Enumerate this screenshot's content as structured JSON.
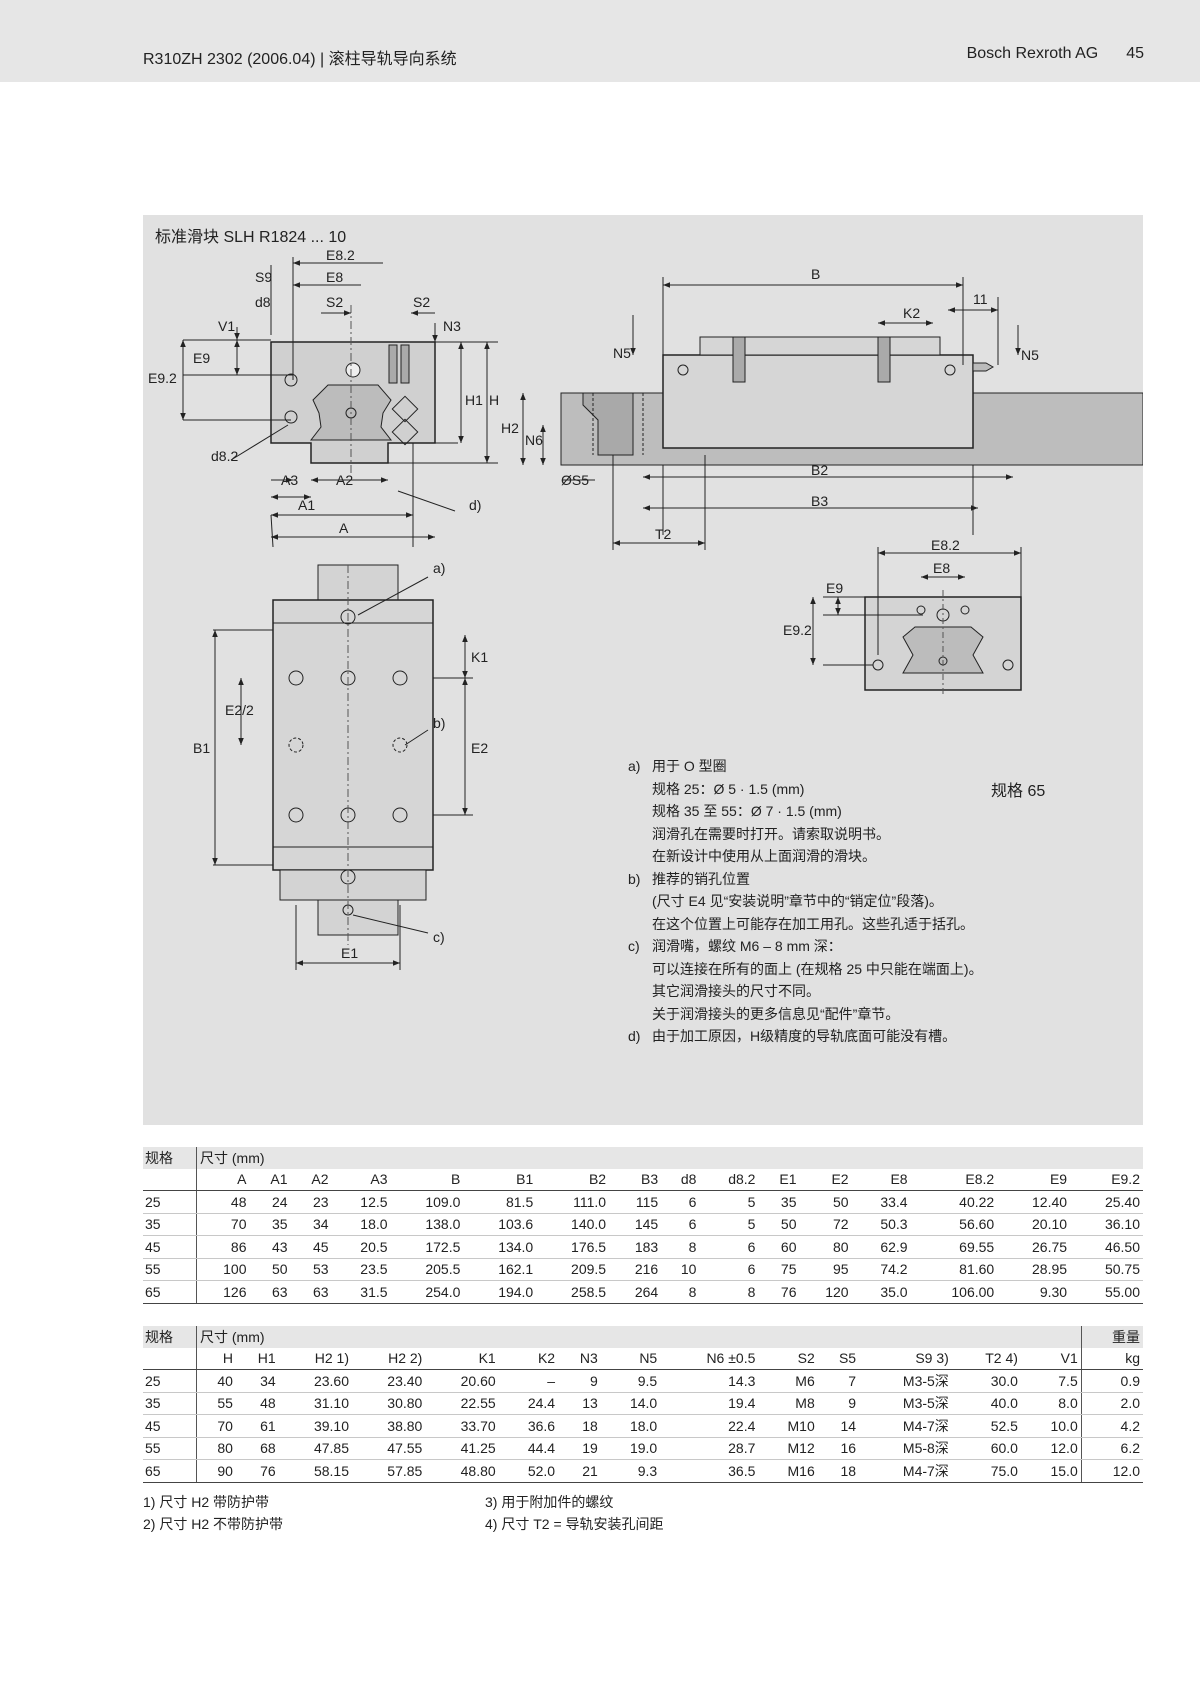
{
  "header": {
    "doc_ref": "R310ZH 2302 (2006.04)",
    "doc_title": "滚柱导轨导向系统",
    "company": "Bosch Rexroth AG",
    "page_number": "45"
  },
  "figure": {
    "title": "标准滑块 SLH R1824 ... 10",
    "size65_label": "规格 65",
    "callouts": [
      "a)",
      "b)",
      "c)",
      "d)"
    ],
    "dim_labels": {
      "E82": "E8.2",
      "E8": "E8",
      "S9": "S9",
      "d8": "d8",
      "S2": "S2",
      "V1": "V1",
      "N3": "N3",
      "E9": "E9",
      "E92": "E9.2",
      "H1": "H1",
      "H": "H",
      "d82": "d8.2",
      "A3": "A3",
      "A2": "A2",
      "A1": "A1",
      "A": "A",
      "B": "B",
      "K2": "K2",
      "eleven": "11",
      "N5": "N5",
      "H2": "H2",
      "N6": "N6",
      "S5": "ØS5",
      "B2": "B2",
      "B3": "B3",
      "T2": "T2",
      "K1": "K1",
      "E2": "E2",
      "E2half": "E2/2",
      "B1": "B1",
      "E1": "E1"
    }
  },
  "notes": [
    {
      "key": "a)",
      "lines": [
        "用于 O 型圈",
        "规格 25：Ø 5 · 1.5 (mm)",
        "规格 35 至 55：Ø 7 · 1.5 (mm)",
        "润滑孔在需要时打开。请索取说明书。",
        "在新设计中使用从上面润滑的滑块。"
      ]
    },
    {
      "key": "b)",
      "lines": [
        "推荐的销孔位置",
        "(尺寸 E4 见“安装说明”章节中的“销定位”段落)。",
        "在这个位置上可能存在加工用孔。这些孔适于括孔。"
      ]
    },
    {
      "key": "c)",
      "lines": [
        "润滑嘴，螺纹 M6 – 8 mm 深：",
        "可以连接在所有的面上 (在规格 25 中只能在端面上)。",
        "其它润滑接头的尺寸不同。",
        "关于润滑接头的更多信息见“配件”章节。"
      ]
    },
    {
      "key": "d)",
      "lines": [
        "由于加工原因，H级精度的导轨底面可能没有槽。"
      ]
    }
  ],
  "table1": {
    "size_label": "规格",
    "dim_label": "尺寸 (mm)",
    "columns": [
      "A",
      "A1",
      "A2",
      "A3",
      "B",
      "B1",
      "B2",
      "B3",
      "d8",
      "d8.2",
      "E1",
      "E2",
      "E8",
      "E8.2",
      "E9",
      "E9.2"
    ],
    "rows": [
      [
        "25",
        "48",
        "24",
        "23",
        "12.5",
        "109.0",
        "81.5",
        "111.0",
        "115",
        "6",
        "5",
        "35",
        "50",
        "33.4",
        "40.22",
        "12.40",
        "25.40"
      ],
      [
        "35",
        "70",
        "35",
        "34",
        "18.0",
        "138.0",
        "103.6",
        "140.0",
        "145",
        "6",
        "5",
        "50",
        "72",
        "50.3",
        "56.60",
        "20.10",
        "36.10"
      ],
      [
        "45",
        "86",
        "43",
        "45",
        "20.5",
        "172.5",
        "134.0",
        "176.5",
        "183",
        "8",
        "6",
        "60",
        "80",
        "62.9",
        "69.55",
        "26.75",
        "46.50"
      ],
      [
        "55",
        "100",
        "50",
        "53",
        "23.5",
        "205.5",
        "162.1",
        "209.5",
        "216",
        "10",
        "6",
        "75",
        "95",
        "74.2",
        "81.60",
        "28.95",
        "50.75"
      ],
      [
        "65",
        "126",
        "63",
        "63",
        "31.5",
        "254.0",
        "194.0",
        "258.5",
        "264",
        "8",
        "8",
        "76",
        "120",
        "35.0",
        "106.00",
        "9.30",
        "55.00"
      ]
    ]
  },
  "table2": {
    "size_label": "规格",
    "dim_label": "尺寸 (mm)",
    "weight_label": "重量",
    "weight_unit": "kg",
    "columns": [
      "H",
      "H1",
      "H2 1)",
      "H2 2)",
      "K1",
      "K2",
      "N3",
      "N5",
      "N6 ±0.5",
      "S2",
      "S5",
      "S9 3)",
      "T2 4)",
      "V1"
    ],
    "rows": [
      [
        "25",
        "40",
        "34",
        "23.60",
        "23.40",
        "20.60",
        "–",
        "9",
        "9.5",
        "14.3",
        "M6",
        "7",
        "M3-5深",
        "30.0",
        "7.5",
        "0.9"
      ],
      [
        "35",
        "55",
        "48",
        "31.10",
        "30.80",
        "22.55",
        "24.4",
        "13",
        "14.0",
        "19.4",
        "M8",
        "9",
        "M3-5深",
        "40.0",
        "8.0",
        "2.0"
      ],
      [
        "45",
        "70",
        "61",
        "39.10",
        "38.80",
        "33.70",
        "36.6",
        "18",
        "18.0",
        "22.4",
        "M10",
        "14",
        "M4-7深",
        "52.5",
        "10.0",
        "4.2"
      ],
      [
        "55",
        "80",
        "68",
        "47.85",
        "47.55",
        "41.25",
        "44.4",
        "19",
        "19.0",
        "28.7",
        "M12",
        "16",
        "M5-8深",
        "60.0",
        "12.0",
        "6.2"
      ],
      [
        "65",
        "90",
        "76",
        "58.15",
        "57.85",
        "48.80",
        "52.0",
        "21",
        "9.3",
        "36.5",
        "M16",
        "18",
        "M4-7深",
        "75.0",
        "15.0",
        "12.0"
      ]
    ]
  },
  "footnotes": [
    "1)  尺寸 H2 带防护带",
    "2)  尺寸 H2 不带防护带",
    "3)  用于附加件的螺纹",
    "4)  尺寸 T2 = 导轨安装孔间距"
  ]
}
